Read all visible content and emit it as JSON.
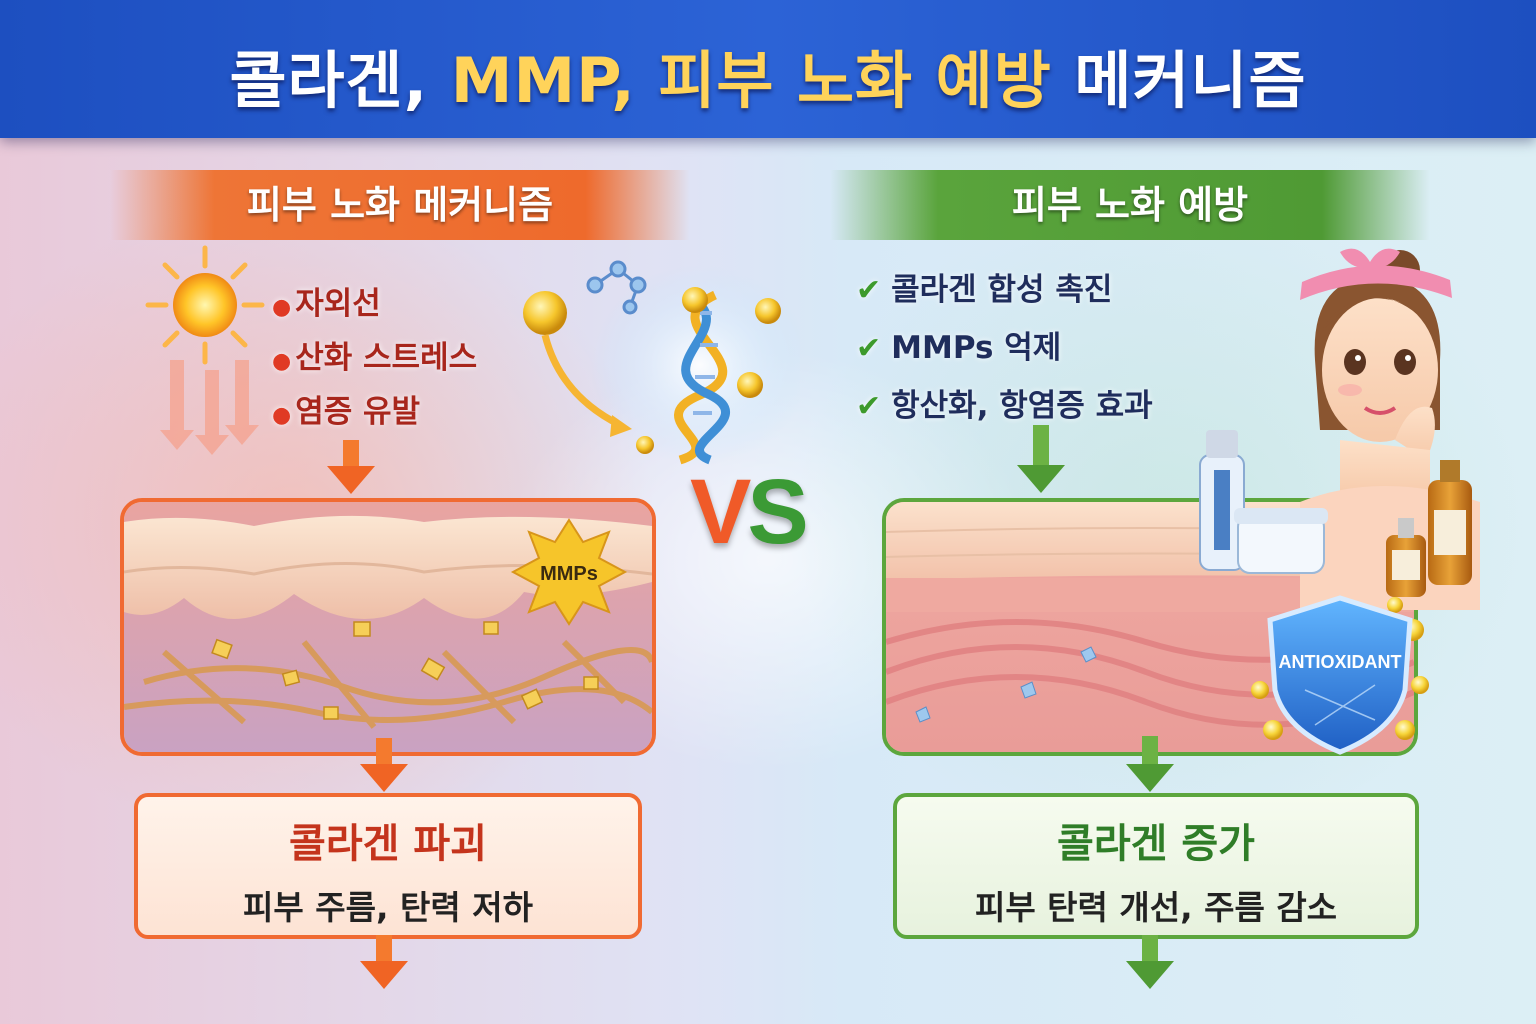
{
  "header": {
    "title_part1": "콜라겐,",
    "title_part2": "MMP, 피부 노화 예방",
    "title_part3": "메커니즘"
  },
  "left": {
    "banner": "피부 노화 메커니즘",
    "causes": [
      "자외선",
      "산화 스트레스",
      "염증 유발"
    ],
    "mmp_label": "MMPs",
    "result_title": "콜라겐 파괴",
    "result_sub": "피부 주름, 탄력 저하"
  },
  "vs": {
    "v": "V",
    "s": "S"
  },
  "right": {
    "banner": "피부 노화 예방",
    "benefits": [
      "콜라겐 합성 촉진",
      "MMPs 억제",
      "항산화, 항염증 효과"
    ],
    "shield_label": "ANTIOXIDANT",
    "result_title": "콜라겐 증가",
    "result_sub": "피부 탄력 개선, 주름 감소"
  },
  "colors": {
    "header_blue": "#1d4fc0",
    "title_gold": "#ffd35a",
    "aging_orange": "#ee6a2c",
    "prevention_green": "#4f9a34"
  }
}
